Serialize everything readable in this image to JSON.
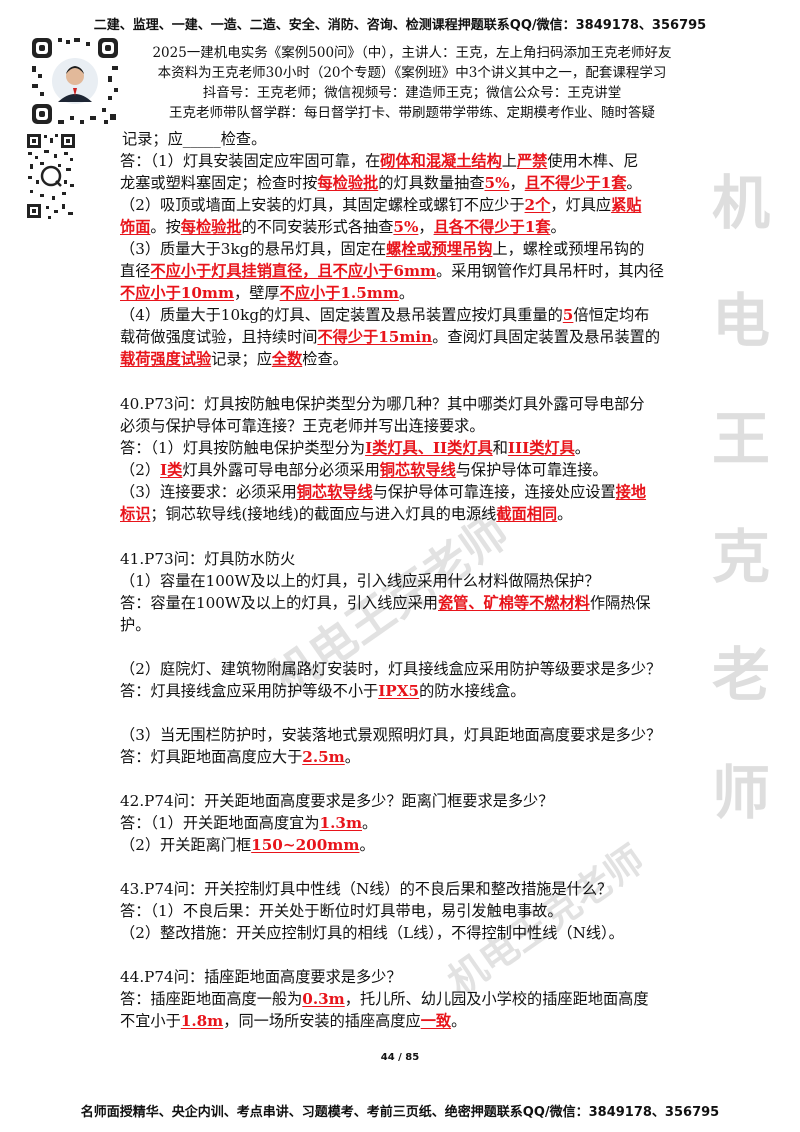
{
  "banner_top": "二建、监理、一建、一造、二造、安全、消防、咨询、检测课程押题联系QQ/微信：3849178、356795",
  "banner_bottom": "名师面授精华、央企内训、考点串讲、习题模考、考前三页纸、绝密押题联系QQ/微信：3849178、356795",
  "header_lines": [
    "2025一建机电实务《案例500问》（中），主讲人：王克，左上角扫码添加王克老师好友",
    "本资料为王克老师30小时（20个专题）《案例班》中3个讲义其中之一，配套课程学习",
    "抖音号：王克老师；微信视频号：建造师王克；微信公众号：王克讲堂",
    "王克老师带队督学群：每日督学打卡、带刷题带学带练、定期模考作业、随时答疑"
  ],
  "page_number": "44 / 85",
  "watermarks": {
    "vertical": [
      "机",
      "电",
      "王",
      "克",
      "老",
      "师"
    ],
    "diagonal_1": "机电王克老师",
    "diagonal_2": "机电王克老师"
  },
  "lines": [
    [
      [
        "记录；应",
        ""
      ],
      [
        "_____",
        ""
      ],
      [
        "检查。",
        ""
      ]
    ],
    [
      [
        "答：（1）灯具安装固定应牢固可靠，在",
        ""
      ],
      [
        "砌体和混凝土结构",
        "hl"
      ],
      [
        "上",
        ""
      ],
      [
        "严禁",
        "hl"
      ],
      [
        "使用木榫、尼",
        ""
      ]
    ],
    [
      [
        "龙塞或塑料塞固定；检查时按",
        ""
      ],
      [
        "每检验批",
        "hl"
      ],
      [
        "的灯具数量抽查",
        ""
      ],
      [
        "5%",
        "hl"
      ],
      [
        "，",
        ""
      ],
      [
        "且不得少于1套",
        "hl"
      ],
      [
        "。",
        ""
      ]
    ],
    [
      [
        "（2）吸顶或墙面上安装的灯具，其固定螺栓或螺钉不应少于",
        ""
      ],
      [
        "2个",
        "hl"
      ],
      [
        "，灯具应",
        ""
      ],
      [
        "紧贴",
        "hl"
      ]
    ],
    [
      [
        "饰面",
        "hl"
      ],
      [
        "。按",
        ""
      ],
      [
        "每检验批",
        "hl"
      ],
      [
        "的不同安装形式各抽查",
        ""
      ],
      [
        "5%",
        "hl"
      ],
      [
        "，",
        ""
      ],
      [
        "且各不得少于1套",
        "hl"
      ],
      [
        "。",
        ""
      ]
    ],
    [
      [
        "（3）质量大于3kg的悬吊灯具，固定在",
        ""
      ],
      [
        "螺栓或预埋吊钩",
        "hl"
      ],
      [
        "上，螺栓或预埋吊钩的",
        ""
      ]
    ],
    [
      [
        "直径",
        ""
      ],
      [
        "不应小于灯具挂销直径，且不应小于6mm",
        "hl"
      ],
      [
        "。采用钢管作灯具吊杆时，其内径",
        ""
      ]
    ],
    [
      [
        "不应小于10mm",
        "hl"
      ],
      [
        "，壁厚",
        ""
      ],
      [
        "不应小于1.5mm",
        "hl"
      ],
      [
        "。",
        ""
      ]
    ],
    [
      [
        "（4）质量大于10kg的灯具、固定装置及悬吊装置应按灯具重量的",
        ""
      ],
      [
        "5",
        "hl"
      ],
      [
        "倍恒定均布",
        ""
      ]
    ],
    [
      [
        "载荷做强度试验，且持续时间",
        ""
      ],
      [
        "不得少于15min",
        "hl"
      ],
      [
        "。查阅灯具固定装置及悬吊装置的",
        ""
      ]
    ],
    [
      [
        "载荷强度试验",
        "hl"
      ],
      [
        "记录；应",
        ""
      ],
      [
        "全数",
        "hl"
      ],
      [
        "检查。",
        ""
      ]
    ],
    [
      [
        "40.P73问：灯具按防触电保护类型分为哪几种？其中哪类灯具外露可导电部分",
        ""
      ]
    ],
    [
      [
        "必须与保护导体可靠连接？王克老师并写出连接要求。",
        ""
      ]
    ],
    [
      [
        "答：（1）灯具按防触电保护类型分为",
        ""
      ],
      [
        "I类灯具、II类灯具",
        "hl"
      ],
      [
        "和",
        ""
      ],
      [
        "III类灯具",
        "hl"
      ],
      [
        "。",
        ""
      ]
    ],
    [
      [
        "（2）",
        ""
      ],
      [
        "I类",
        "hl"
      ],
      [
        "灯具外露可导电部分必须采用",
        ""
      ],
      [
        "铜芯软导线",
        "hl"
      ],
      [
        "与保护导体可靠连接。",
        ""
      ]
    ],
    [
      [
        "（3）连接要求：必须采用",
        ""
      ],
      [
        "铜芯软导线",
        "hl"
      ],
      [
        "与保护导体可靠连接，连接处应设置",
        ""
      ],
      [
        "接地",
        "hl"
      ]
    ],
    [
      [
        "标识",
        "hl"
      ],
      [
        "；铜芯软导线(接地线)的截面应与进入灯具的电源线",
        ""
      ],
      [
        "截面相同",
        "hl"
      ],
      [
        "。",
        ""
      ]
    ],
    [
      [
        "41.P73问：灯具防水防火",
        ""
      ]
    ],
    [
      [
        "（1）容量在100W及以上的灯具，引入线应采用什么材料做隔热保护？",
        ""
      ]
    ],
    [
      [
        "答：容量在100W及以上的灯具，引入线应采用",
        ""
      ],
      [
        "瓷管、矿棉等不燃材料",
        "hl"
      ],
      [
        "作隔热保",
        ""
      ]
    ],
    [
      [
        "护。",
        ""
      ]
    ],
    [
      [
        "（2）庭院灯、建筑物附属路灯安装时，灯具接线盒应采用防护等级要求是多少？",
        ""
      ]
    ],
    [
      [
        "答：灯具接线盒应采用防护等级不小于",
        ""
      ],
      [
        "IPX5",
        "hl"
      ],
      [
        "的防水接线盒。",
        ""
      ]
    ],
    [
      [
        "（3）当无围栏防护时，安装落地式景观照明灯具，灯具距地面高度要求是多少？",
        ""
      ]
    ],
    [
      [
        "答：灯具距地面高度应大于",
        ""
      ],
      [
        "2.5m",
        "hl"
      ],
      [
        "。",
        ""
      ]
    ],
    [
      [
        "42.P74问：开关距地面高度要求是多少？距离门框要求是多少？",
        ""
      ]
    ],
    [
      [
        "答：（1）开关距地面高度宜为",
        ""
      ],
      [
        "1.3m",
        "hl"
      ],
      [
        "。",
        ""
      ]
    ],
    [
      [
        "（2）开关距离门框",
        ""
      ],
      [
        "150~200mm",
        "hl"
      ],
      [
        "。",
        ""
      ]
    ],
    [
      [
        "43.P74问：开关控制灯具中性线（N线）的不良后果和整改措施是什么？",
        ""
      ]
    ],
    [
      [
        "答：（1）不良后果：开关处于断位时灯具带电，易引发触电事故。",
        ""
      ]
    ],
    [
      [
        "（2）整改措施：开关应控制灯具的相线（L线），不得控制中性线（N线）。",
        ""
      ]
    ],
    [
      [
        "44.P74问：插座距地面高度要求是多少？",
        ""
      ]
    ],
    [
      [
        "答：插座距地面高度一般为",
        ""
      ],
      [
        "0.3m",
        "hl"
      ],
      [
        "，托儿所、幼儿园及小学校的插座距地面高度",
        ""
      ]
    ],
    [
      [
        "不宜小于",
        ""
      ],
      [
        "1.8m",
        "hl"
      ],
      [
        "，同一场所安装的插座高度应",
        ""
      ],
      [
        "一致",
        "hl"
      ],
      [
        "。",
        ""
      ]
    ]
  ]
}
